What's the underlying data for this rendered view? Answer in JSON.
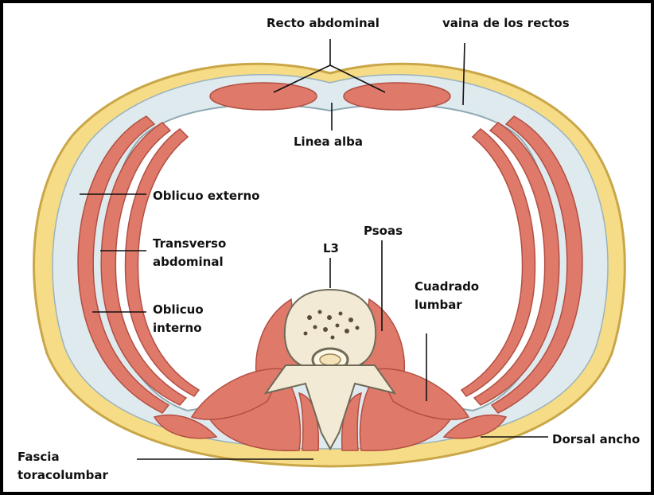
{
  "figure": {
    "colors": {
      "fat": "#f6dc86",
      "fat_outline": "#c9a648",
      "muscle": "#df7a6a",
      "muscle_dark": "#b24f43",
      "fascia": "#cfe1e7",
      "bone": "#f2ead4",
      "frame": "#000000"
    },
    "labels": {
      "recto_abdominal": "Recto abdominal",
      "vaina": "vaina de los rectos",
      "linea_alba": "Linea alba",
      "oblicuo_externo": "Oblicuo externo",
      "transverso_1": "Transverso",
      "transverso_2": "abdominal",
      "oblicuo_interno_1": "Oblicuo",
      "oblicuo_interno_2": "interno",
      "l3": "L3",
      "psoas": "Psoas",
      "cuadrado_1": "Cuadrado",
      "cuadrado_2": "lumbar",
      "dorsal_ancho": "Dorsal ancho",
      "fascia_1": "Fascia",
      "fascia_2": "toracolumbar"
    }
  }
}
